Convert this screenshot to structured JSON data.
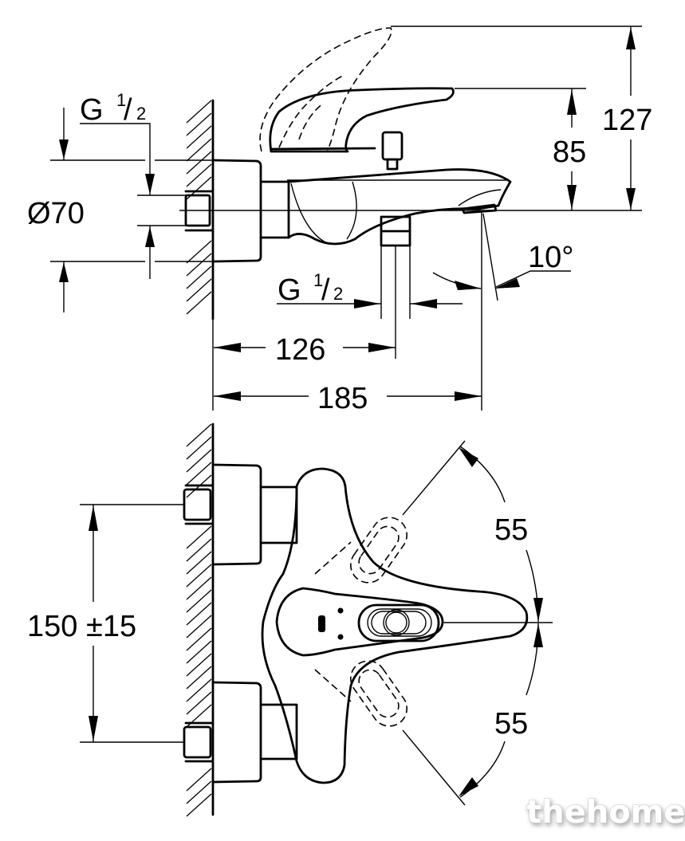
{
  "drawing": {
    "title": "Wall-mounted bath mixer dimension drawing",
    "side_view": {
      "dimensions": {
        "inlet_thread_left": {
          "prefix": "G",
          "num": "1",
          "den": "2"
        },
        "escutcheon_diameter": "Ø70",
        "total_height": "127",
        "spout_height": "85",
        "spout_angle": "10°",
        "outlet_thread": {
          "prefix": "G",
          "num": "1",
          "den": "2"
        },
        "wall_to_outlet": "126",
        "wall_to_spout_tip": "185"
      }
    },
    "top_view": {
      "dimensions": {
        "inlet_spacing": "150 ±15",
        "handle_rotation_up": "55",
        "handle_rotation_down": "55"
      }
    }
  },
  "watermark": "thehome"
}
